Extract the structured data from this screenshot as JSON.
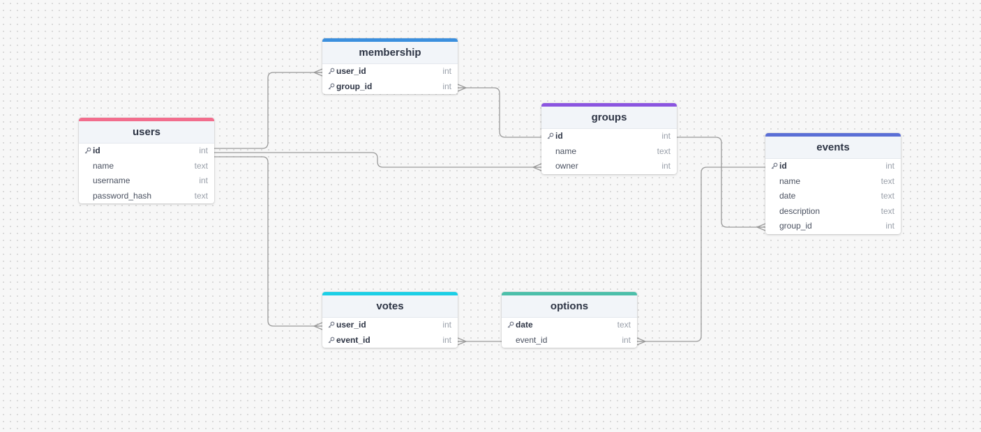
{
  "tables": [
    {
      "id": "users",
      "name": "users",
      "accent": "#f26d8d",
      "fields": [
        {
          "name": "id",
          "type": "int",
          "pk": true
        },
        {
          "name": "name",
          "type": "text",
          "pk": false
        },
        {
          "name": "username",
          "type": "int",
          "pk": false
        },
        {
          "name": "password_hash",
          "type": "text",
          "pk": false
        }
      ]
    },
    {
      "id": "membership",
      "name": "membership",
      "accent": "#3b8fde",
      "fields": [
        {
          "name": "user_id",
          "type": "int",
          "pk": true
        },
        {
          "name": "group_id",
          "type": "int",
          "pk": true
        }
      ]
    },
    {
      "id": "groups",
      "name": "groups",
      "accent": "#8b55e0",
      "fields": [
        {
          "name": "id",
          "type": "int",
          "pk": true
        },
        {
          "name": "name",
          "type": "text",
          "pk": false
        },
        {
          "name": "owner",
          "type": "int",
          "pk": false
        }
      ]
    },
    {
      "id": "events",
      "name": "events",
      "accent": "#5b6fd6",
      "fields": [
        {
          "name": "id",
          "type": "int",
          "pk": true
        },
        {
          "name": "name",
          "type": "text",
          "pk": false
        },
        {
          "name": "date",
          "type": "text",
          "pk": false
        },
        {
          "name": "description",
          "type": "text",
          "pk": false
        },
        {
          "name": "group_id",
          "type": "int",
          "pk": false
        }
      ]
    },
    {
      "id": "votes",
      "name": "votes",
      "accent": "#1ccfe6",
      "fields": [
        {
          "name": "user_id",
          "type": "int",
          "pk": true
        },
        {
          "name": "event_id",
          "type": "int",
          "pk": true
        }
      ]
    },
    {
      "id": "options",
      "name": "options",
      "accent": "#4cbfaa",
      "fields": [
        {
          "name": "date",
          "type": "text",
          "pk": true
        },
        {
          "name": "event_id",
          "type": "int",
          "pk": false
        }
      ]
    }
  ],
  "relationships": [
    {
      "from_table": "users",
      "from_field": "id",
      "to_table": "membership",
      "to_field": "user_id"
    },
    {
      "from_table": "groups",
      "from_field": "id",
      "to_table": "membership",
      "to_field": "group_id"
    },
    {
      "from_table": "users",
      "from_field": "id",
      "to_table": "groups",
      "to_field": "owner"
    },
    {
      "from_table": "users",
      "from_field": "id",
      "to_table": "votes",
      "to_field": "user_id"
    },
    {
      "from_table": "groups",
      "from_field": "id",
      "to_table": "events",
      "to_field": "group_id"
    },
    {
      "from_table": "events",
      "from_field": "id",
      "to_table": "options",
      "to_field": "event_id"
    },
    {
      "from_table": "options",
      "from_field": "event_id",
      "to_table": "votes",
      "to_field": "event_id"
    }
  ],
  "colors": {
    "edge": "#9a9a9a",
    "header_bg": "#f2f5f9",
    "canvas_bg": "#f7f7f7"
  }
}
